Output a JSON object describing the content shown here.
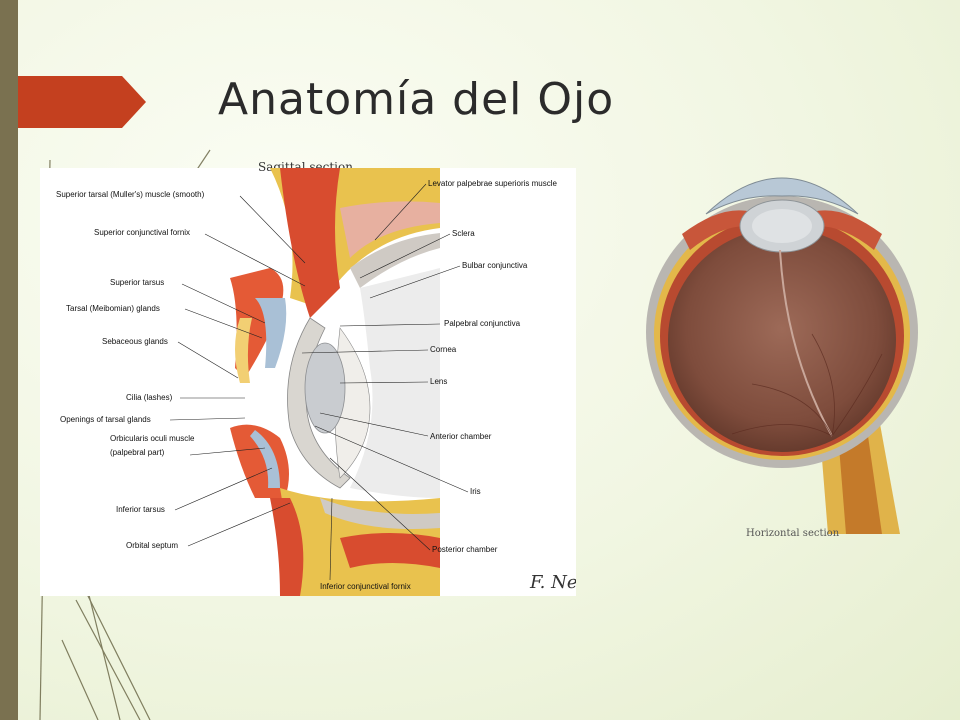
{
  "slide": {
    "title": "Anatomía del Ojo",
    "colors": {
      "accent": "#c4401f",
      "sidebar": "#7a7150",
      "background": "#f1f6e2"
    }
  },
  "sagittal_figure": {
    "cropped_heading": "Sagittal section",
    "signature": "F. Netter",
    "labels_left": [
      "Superior tarsal (Muller's) muscle (smooth)",
      "Superior conjunctival fornix",
      "Superior tarsus",
      "Tarsal (Meibomian) glands",
      "Sebaceous glands",
      "Cilia (lashes)",
      "Openings of tarsal glands",
      "Orbicularis oculi muscle",
      "(palpebral part)",
      "Inferior tarsus",
      "Orbital septum"
    ],
    "labels_right": [
      "Levator palpebrae superioris muscle",
      "Sclera",
      "Bulbar conjunctiva",
      "Palpebral conjunctiva",
      "Cornea",
      "Lens",
      "Anterior chamber",
      "Iris",
      "Posterior chamber"
    ],
    "label_bottom": "Inferior conjunctival fornix"
  },
  "horizontal_figure": {
    "cropped_caption": "Horizontal section"
  }
}
